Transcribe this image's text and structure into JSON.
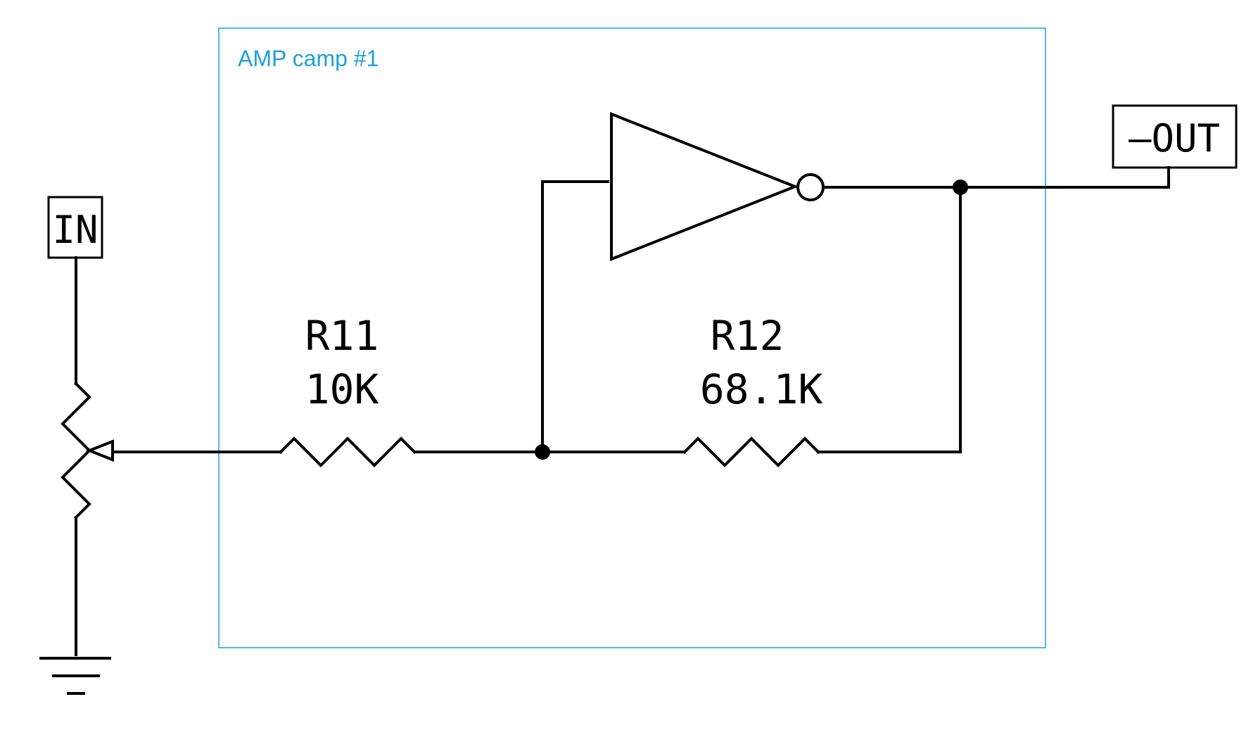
{
  "block": {
    "title": "AMP camp #1",
    "border_color": "#1ea0dc"
  },
  "ports": {
    "input_label": "IN",
    "output_label": "–OUT"
  },
  "components": {
    "r11": {
      "ref": "R11",
      "value": "10K"
    },
    "r12": {
      "ref": "R12",
      "value": "68.1K"
    }
  },
  "icons": {
    "inverter": "inverter-icon",
    "potentiometer": "potentiometer-icon",
    "ground": "ground-icon"
  }
}
